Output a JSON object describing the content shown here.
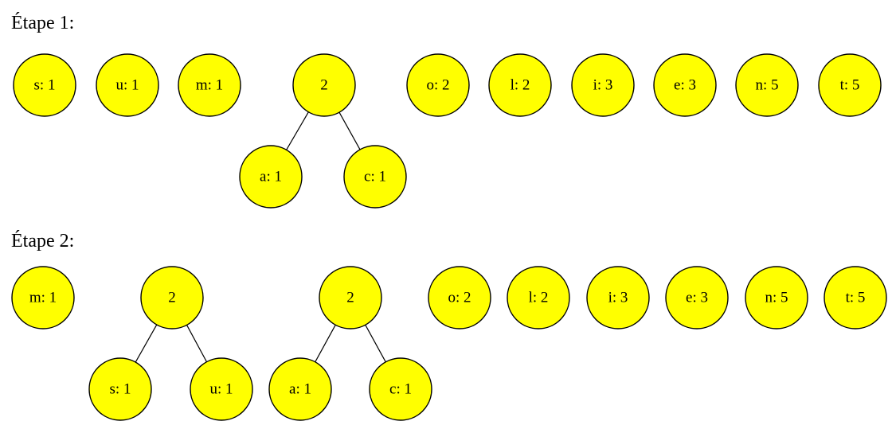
{
  "colors": {
    "node_fill": "#ffff00",
    "node_stroke": "#000000",
    "text": "#000000",
    "background": "#ffffff"
  },
  "stages": [
    {
      "title": "Étape 1:",
      "nodes": [
        {
          "id": "s",
          "label": "s: 1"
        },
        {
          "id": "u",
          "label": "u: 1"
        },
        {
          "id": "m",
          "label": "m: 1"
        },
        {
          "id": "ac",
          "label": "2"
        },
        {
          "id": "a",
          "label": "a: 1"
        },
        {
          "id": "c",
          "label": "c: 1"
        },
        {
          "id": "o",
          "label": "o: 2"
        },
        {
          "id": "l",
          "label": "l: 2"
        },
        {
          "id": "i",
          "label": "i: 3"
        },
        {
          "id": "e",
          "label": "e: 3"
        },
        {
          "id": "n",
          "label": "n: 5"
        },
        {
          "id": "t",
          "label": "t: 5"
        }
      ],
      "edges": [
        [
          "ac",
          "a"
        ],
        [
          "ac",
          "c"
        ]
      ]
    },
    {
      "title": "Étape 2:",
      "nodes": [
        {
          "id": "m",
          "label": "m: 1"
        },
        {
          "id": "su",
          "label": "2"
        },
        {
          "id": "s",
          "label": "s: 1"
        },
        {
          "id": "u",
          "label": "u: 1"
        },
        {
          "id": "ac",
          "label": "2"
        },
        {
          "id": "a",
          "label": "a: 1"
        },
        {
          "id": "c",
          "label": "c: 1"
        },
        {
          "id": "o",
          "label": "o: 2"
        },
        {
          "id": "l",
          "label": "l: 2"
        },
        {
          "id": "i",
          "label": "i: 3"
        },
        {
          "id": "e",
          "label": "e: 3"
        },
        {
          "id": "n",
          "label": "n: 5"
        },
        {
          "id": "t",
          "label": "t: 5"
        }
      ],
      "edges": [
        [
          "su",
          "s"
        ],
        [
          "su",
          "u"
        ],
        [
          "ac",
          "a"
        ],
        [
          "ac",
          "c"
        ]
      ]
    }
  ]
}
